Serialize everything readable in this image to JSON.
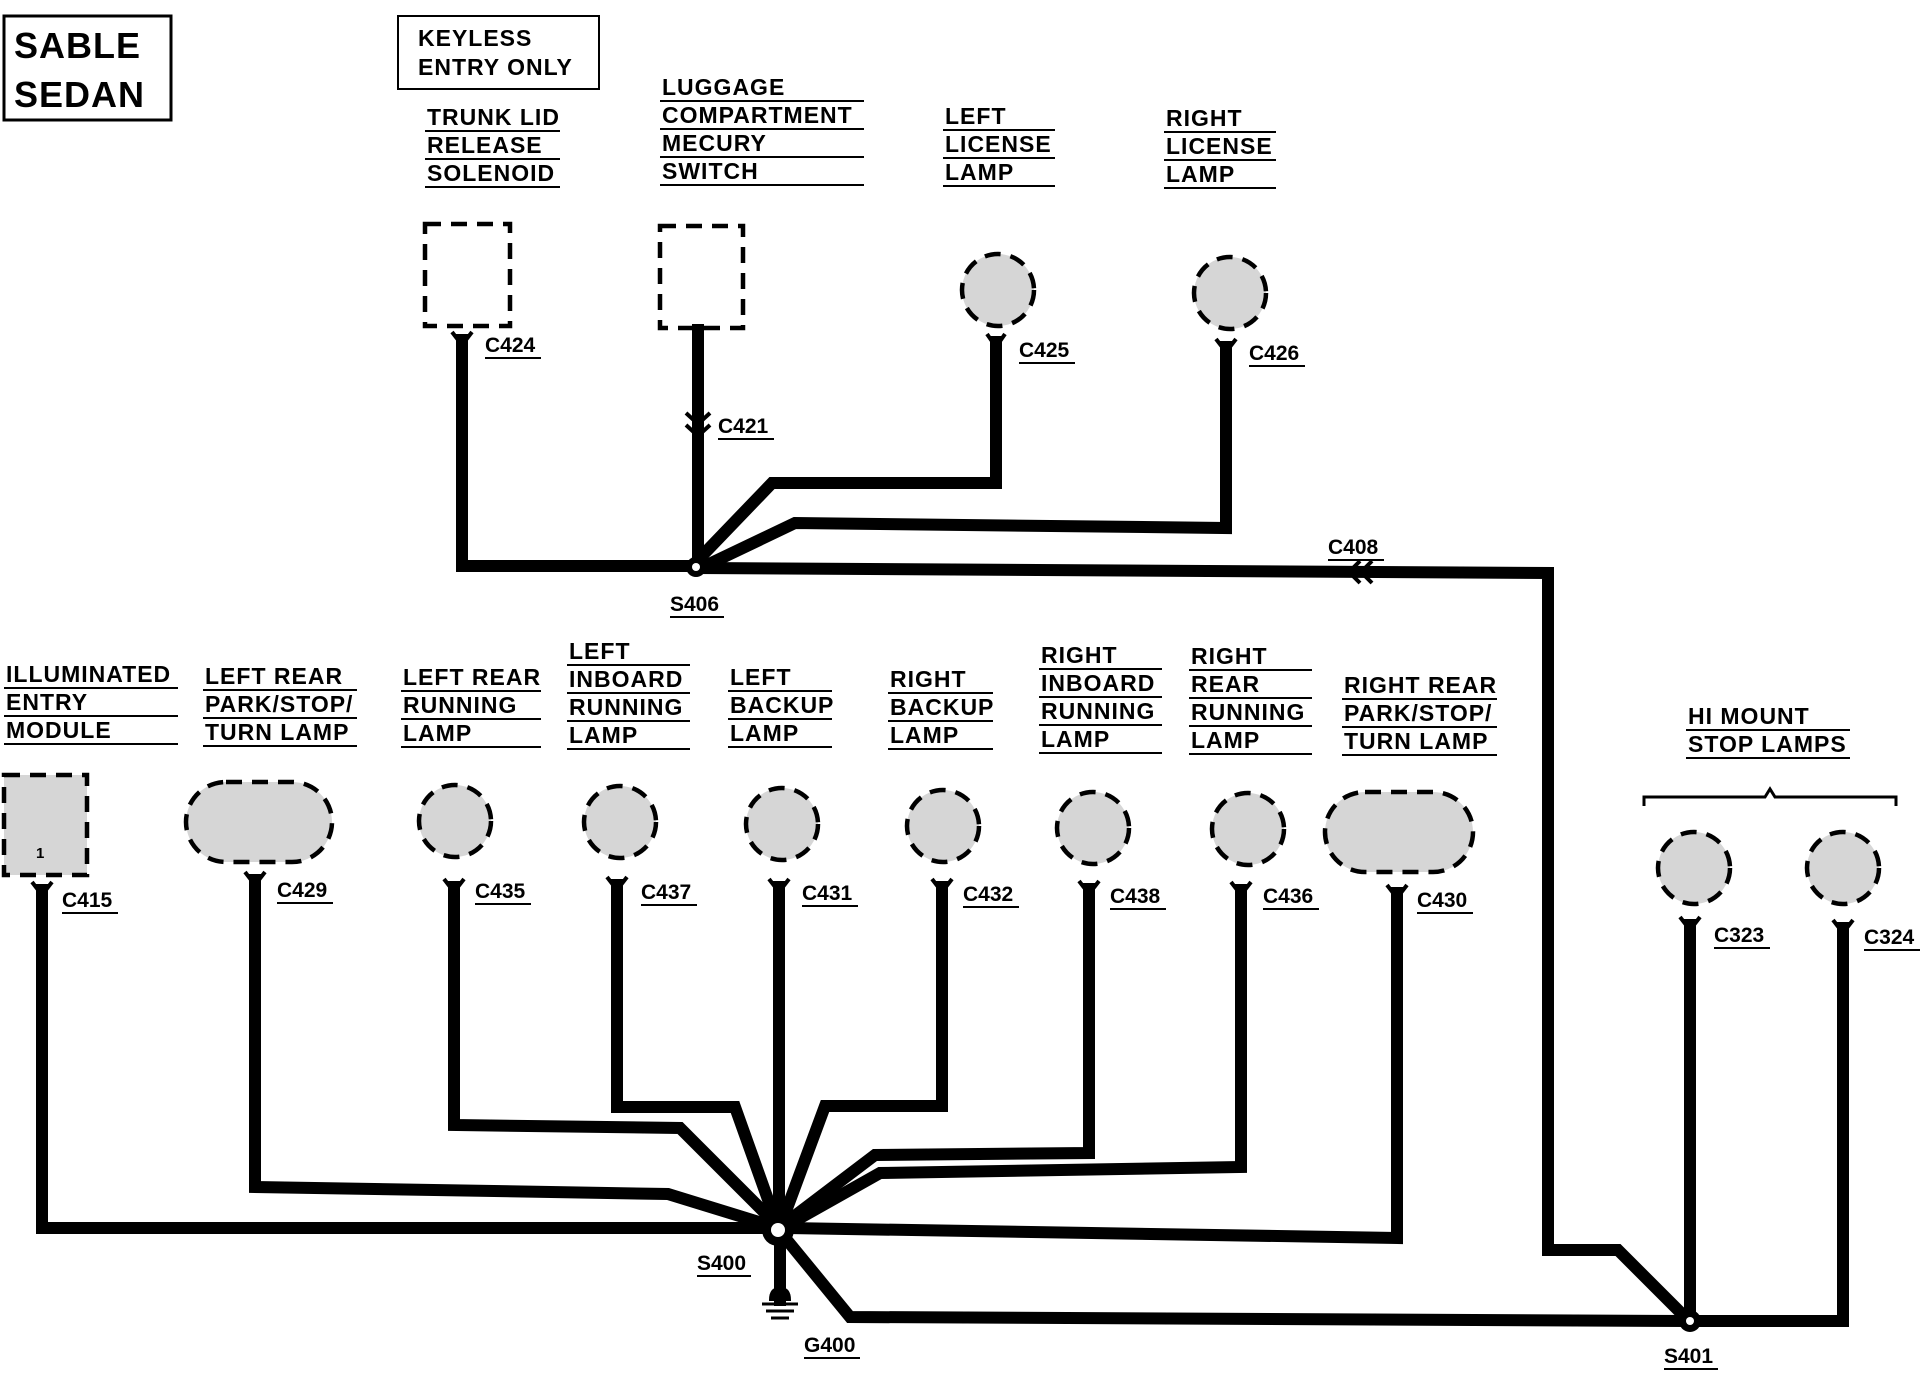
{
  "title_box": {
    "line1": "SABLE",
    "line2": "SEDAN"
  },
  "note_box": {
    "line1": "KEYLESS",
    "line2": "ENTRY ONLY"
  },
  "components": {
    "trunk_lid": {
      "lines": [
        "TRUNK LID",
        "RELEASE",
        "SOLENOID"
      ],
      "connector": "C424"
    },
    "luggage": {
      "lines": [
        "LUGGAGE",
        "COMPARTMENT",
        "MECURY",
        "SWITCH"
      ],
      "connector": "C421"
    },
    "left_license": {
      "lines": [
        "LEFT",
        "LICENSE",
        "LAMP"
      ],
      "connector": "C425"
    },
    "right_license": {
      "lines": [
        "RIGHT",
        "LICENSE",
        "LAMP"
      ],
      "connector": "C426"
    },
    "illum_entry": {
      "lines": [
        "ILLUMINATED",
        "ENTRY",
        "MODULE"
      ],
      "connector": "C415",
      "pin": "1"
    },
    "lr_park": {
      "lines": [
        "LEFT REAR",
        "PARK/STOP/",
        "TURN LAMP"
      ],
      "connector": "C429"
    },
    "lr_running": {
      "lines": [
        "LEFT REAR",
        "RUNNING",
        "LAMP"
      ],
      "connector": "C435"
    },
    "l_inboard": {
      "lines": [
        "LEFT",
        "INBOARD",
        "RUNNING",
        "LAMP"
      ],
      "connector": "C437"
    },
    "l_backup": {
      "lines": [
        "LEFT",
        "BACKUP",
        "LAMP"
      ],
      "connector": "C431"
    },
    "r_backup": {
      "lines": [
        "RIGHT",
        "BACKUP",
        "LAMP"
      ],
      "connector": "C432"
    },
    "r_inboard": {
      "lines": [
        "RIGHT",
        "INBOARD",
        "RUNNING",
        "LAMP"
      ],
      "connector": "C438"
    },
    "rr_running": {
      "lines": [
        "RIGHT",
        "REAR",
        "RUNNING",
        "LAMP"
      ],
      "connector": "C436"
    },
    "rr_park": {
      "lines": [
        "RIGHT REAR",
        "PARK/STOP/",
        "TURN LAMP"
      ],
      "connector": "C430"
    },
    "hi_mount": {
      "lines": [
        "HI MOUNT",
        "STOP LAMPS"
      ],
      "connector_left": "C323",
      "connector_right": "C324"
    }
  },
  "inline_connector": "C408",
  "splices": {
    "s406": "S406",
    "s400": "S400",
    "s401": "S401"
  },
  "ground": "G400"
}
